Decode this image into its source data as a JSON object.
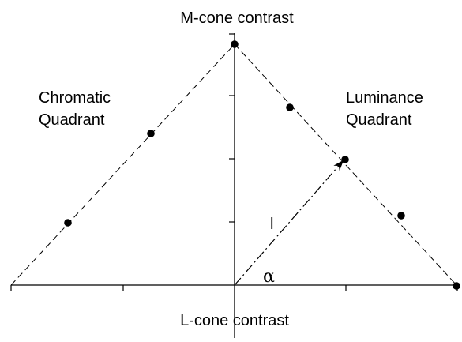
{
  "labels": {
    "y_axis": "M-cone contrast",
    "x_axis": "L-cone contrast",
    "chromatic_line1": "Chromatic",
    "chromatic_line2": "Quadrant",
    "luminance_line1": "Luminance",
    "luminance_line2": "Quadrant",
    "vector_length": "l",
    "angle": "α"
  },
  "colors": {
    "ink": "#000000",
    "background": "#ffffff"
  },
  "shapes": {
    "boundary": "dashed triangle joining the axis top to both ends of the horizontal axis",
    "vector": "dash-dot arrow from the origin to the vertex at the midpoint of the right boundary"
  },
  "points": [
    {
      "name": "left-lower-point"
    },
    {
      "name": "left-upper-point"
    },
    {
      "name": "apex-point"
    },
    {
      "name": "right-upper-point"
    },
    {
      "name": "vector-tip-point"
    },
    {
      "name": "right-lower-point"
    },
    {
      "name": "right-end-point"
    }
  ]
}
